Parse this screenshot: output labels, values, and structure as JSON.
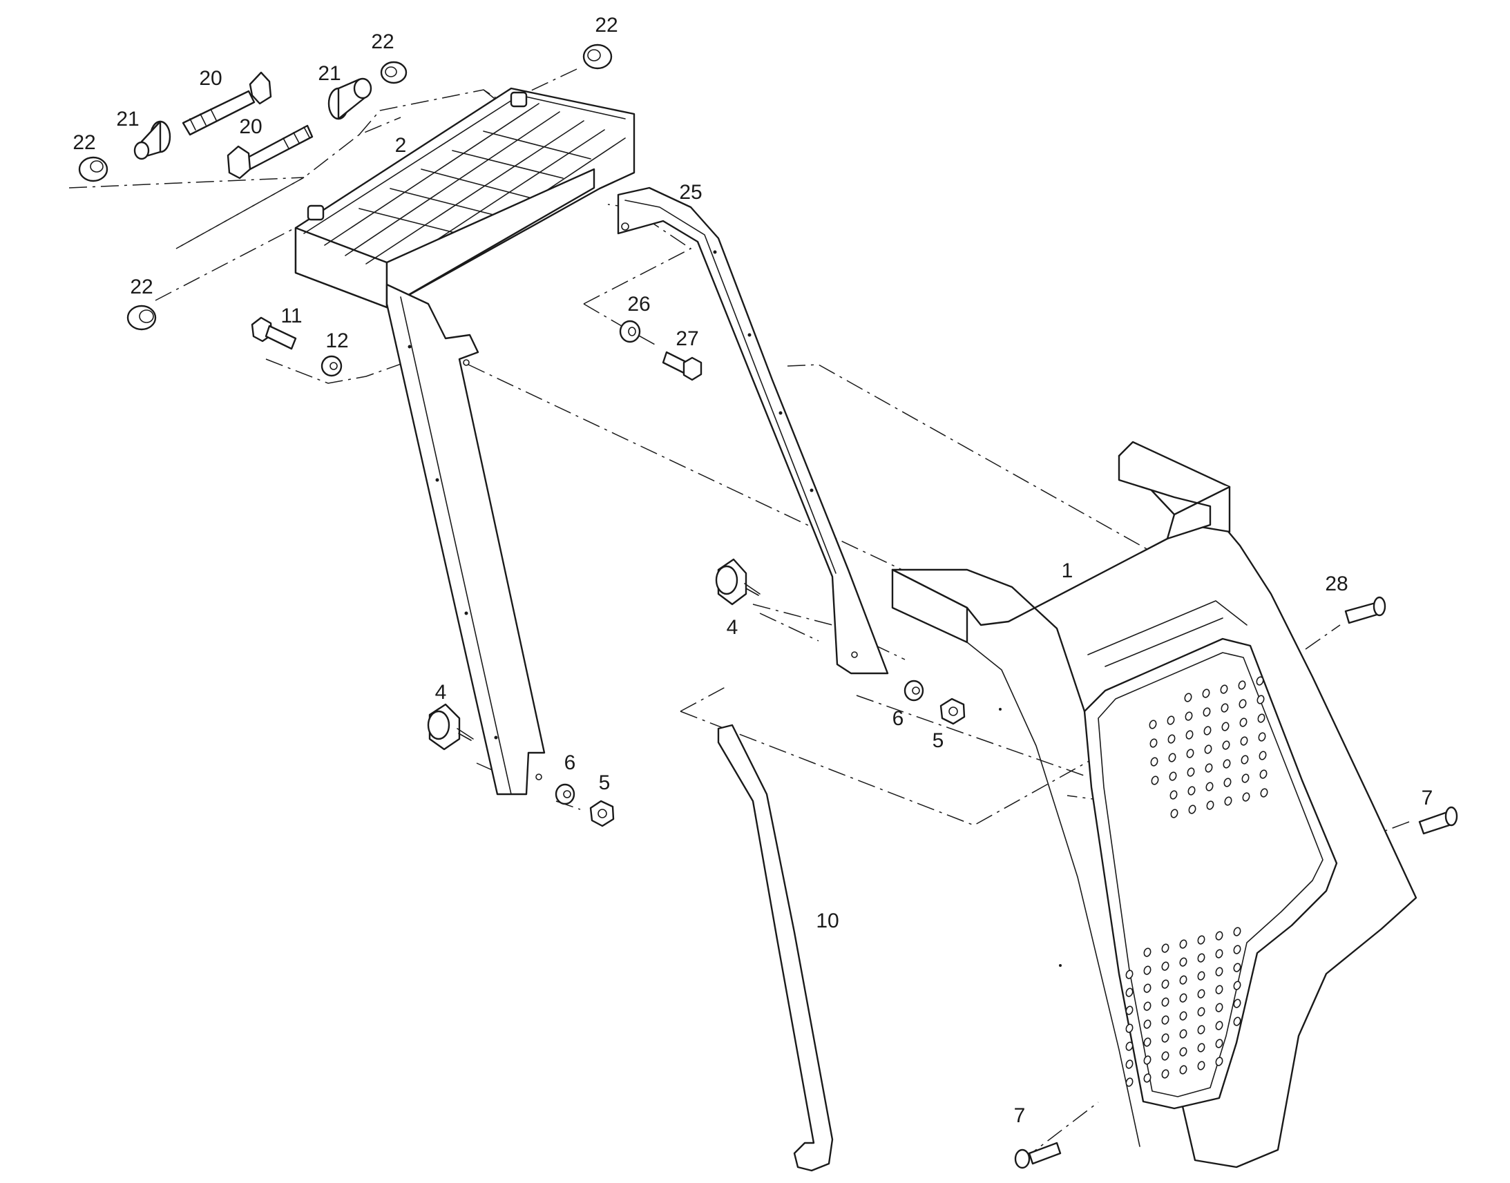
{
  "diagram": {
    "type": "exploded-parts-diagram",
    "line_color": "#1a1a1a",
    "background": "#ffffff",
    "callouts": [
      {
        "id": "c22a",
        "label": "22"
      },
      {
        "id": "c22b",
        "label": "22"
      },
      {
        "id": "c22c",
        "label": "22"
      },
      {
        "id": "c22d",
        "label": "22"
      },
      {
        "id": "c20a",
        "label": "20"
      },
      {
        "id": "c20b",
        "label": "20"
      },
      {
        "id": "c21a",
        "label": "21"
      },
      {
        "id": "c21b",
        "label": "21"
      },
      {
        "id": "c2",
        "label": "2"
      },
      {
        "id": "c25",
        "label": "25"
      },
      {
        "id": "c11",
        "label": "11"
      },
      {
        "id": "c12",
        "label": "12"
      },
      {
        "id": "c26",
        "label": "26"
      },
      {
        "id": "c27",
        "label": "27"
      },
      {
        "id": "c1",
        "label": "1"
      },
      {
        "id": "c28",
        "label": "28"
      },
      {
        "id": "c4a",
        "label": "4"
      },
      {
        "id": "c4b",
        "label": "4"
      },
      {
        "id": "c6a",
        "label": "6"
      },
      {
        "id": "c5a",
        "label": "5"
      },
      {
        "id": "c6b",
        "label": "6"
      },
      {
        "id": "c5b",
        "label": "5"
      },
      {
        "id": "c7a",
        "label": "7"
      },
      {
        "id": "c7b",
        "label": "7"
      },
      {
        "id": "c10",
        "label": "10"
      }
    ]
  }
}
